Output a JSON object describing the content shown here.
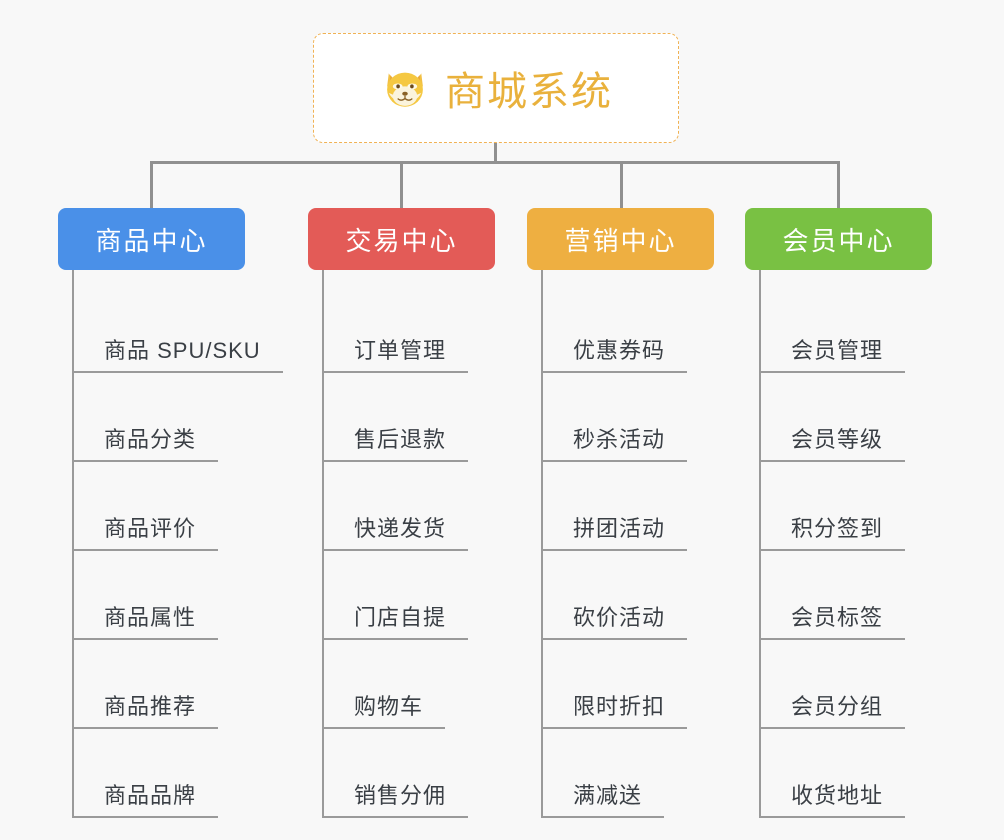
{
  "canvas": {
    "background": "#f8f8f8",
    "connector_color": "#909090"
  },
  "root": {
    "title": "商城系统",
    "icon": "shiba-dog-face-icon",
    "text_color": "#e9b13c",
    "border_color": "#f0b254",
    "background": "#ffffff"
  },
  "categories": [
    {
      "label": "商品中心",
      "color": "#4a90e8",
      "items": [
        "商品 SPU/SKU",
        "商品分类",
        "商品评价",
        "商品属性",
        "商品推荐",
        "商品品牌"
      ]
    },
    {
      "label": "交易中心",
      "color": "#e35b57",
      "items": [
        "订单管理",
        "售后退款",
        "快递发货",
        "门店自提",
        "购物车",
        "销售分佣"
      ]
    },
    {
      "label": "营销中心",
      "color": "#eeaf41",
      "items": [
        "优惠券码",
        "秒杀活动",
        "拼团活动",
        "砍价活动",
        "限时折扣",
        "满减送"
      ]
    },
    {
      "label": "会员中心",
      "color": "#79c143",
      "items": [
        "会员管理",
        "会员等级",
        "积分签到",
        "会员标签",
        "会员分组",
        "收货地址"
      ]
    }
  ]
}
